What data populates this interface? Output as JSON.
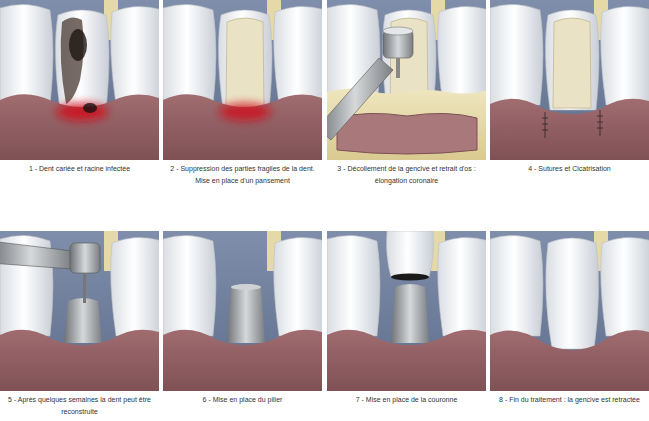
{
  "diagram": {
    "labels": [
      "1 - Dent cariée et racine infectée",
      "2 - Suppression des parties fragiles de la dent. Mise en place d'un pansement",
      "3 - Décollement de la gencive et retrait d'os : élongation coronaire",
      "4 - Sutures et Cicatrisation",
      "5 - Après quelques semaines la dent peut être reconstruite",
      "6 - Mise en place du pilier",
      "7 - Mise en place de la couronne",
      "8 - Fin du traitement : la gencive est retractée"
    ]
  }
}
